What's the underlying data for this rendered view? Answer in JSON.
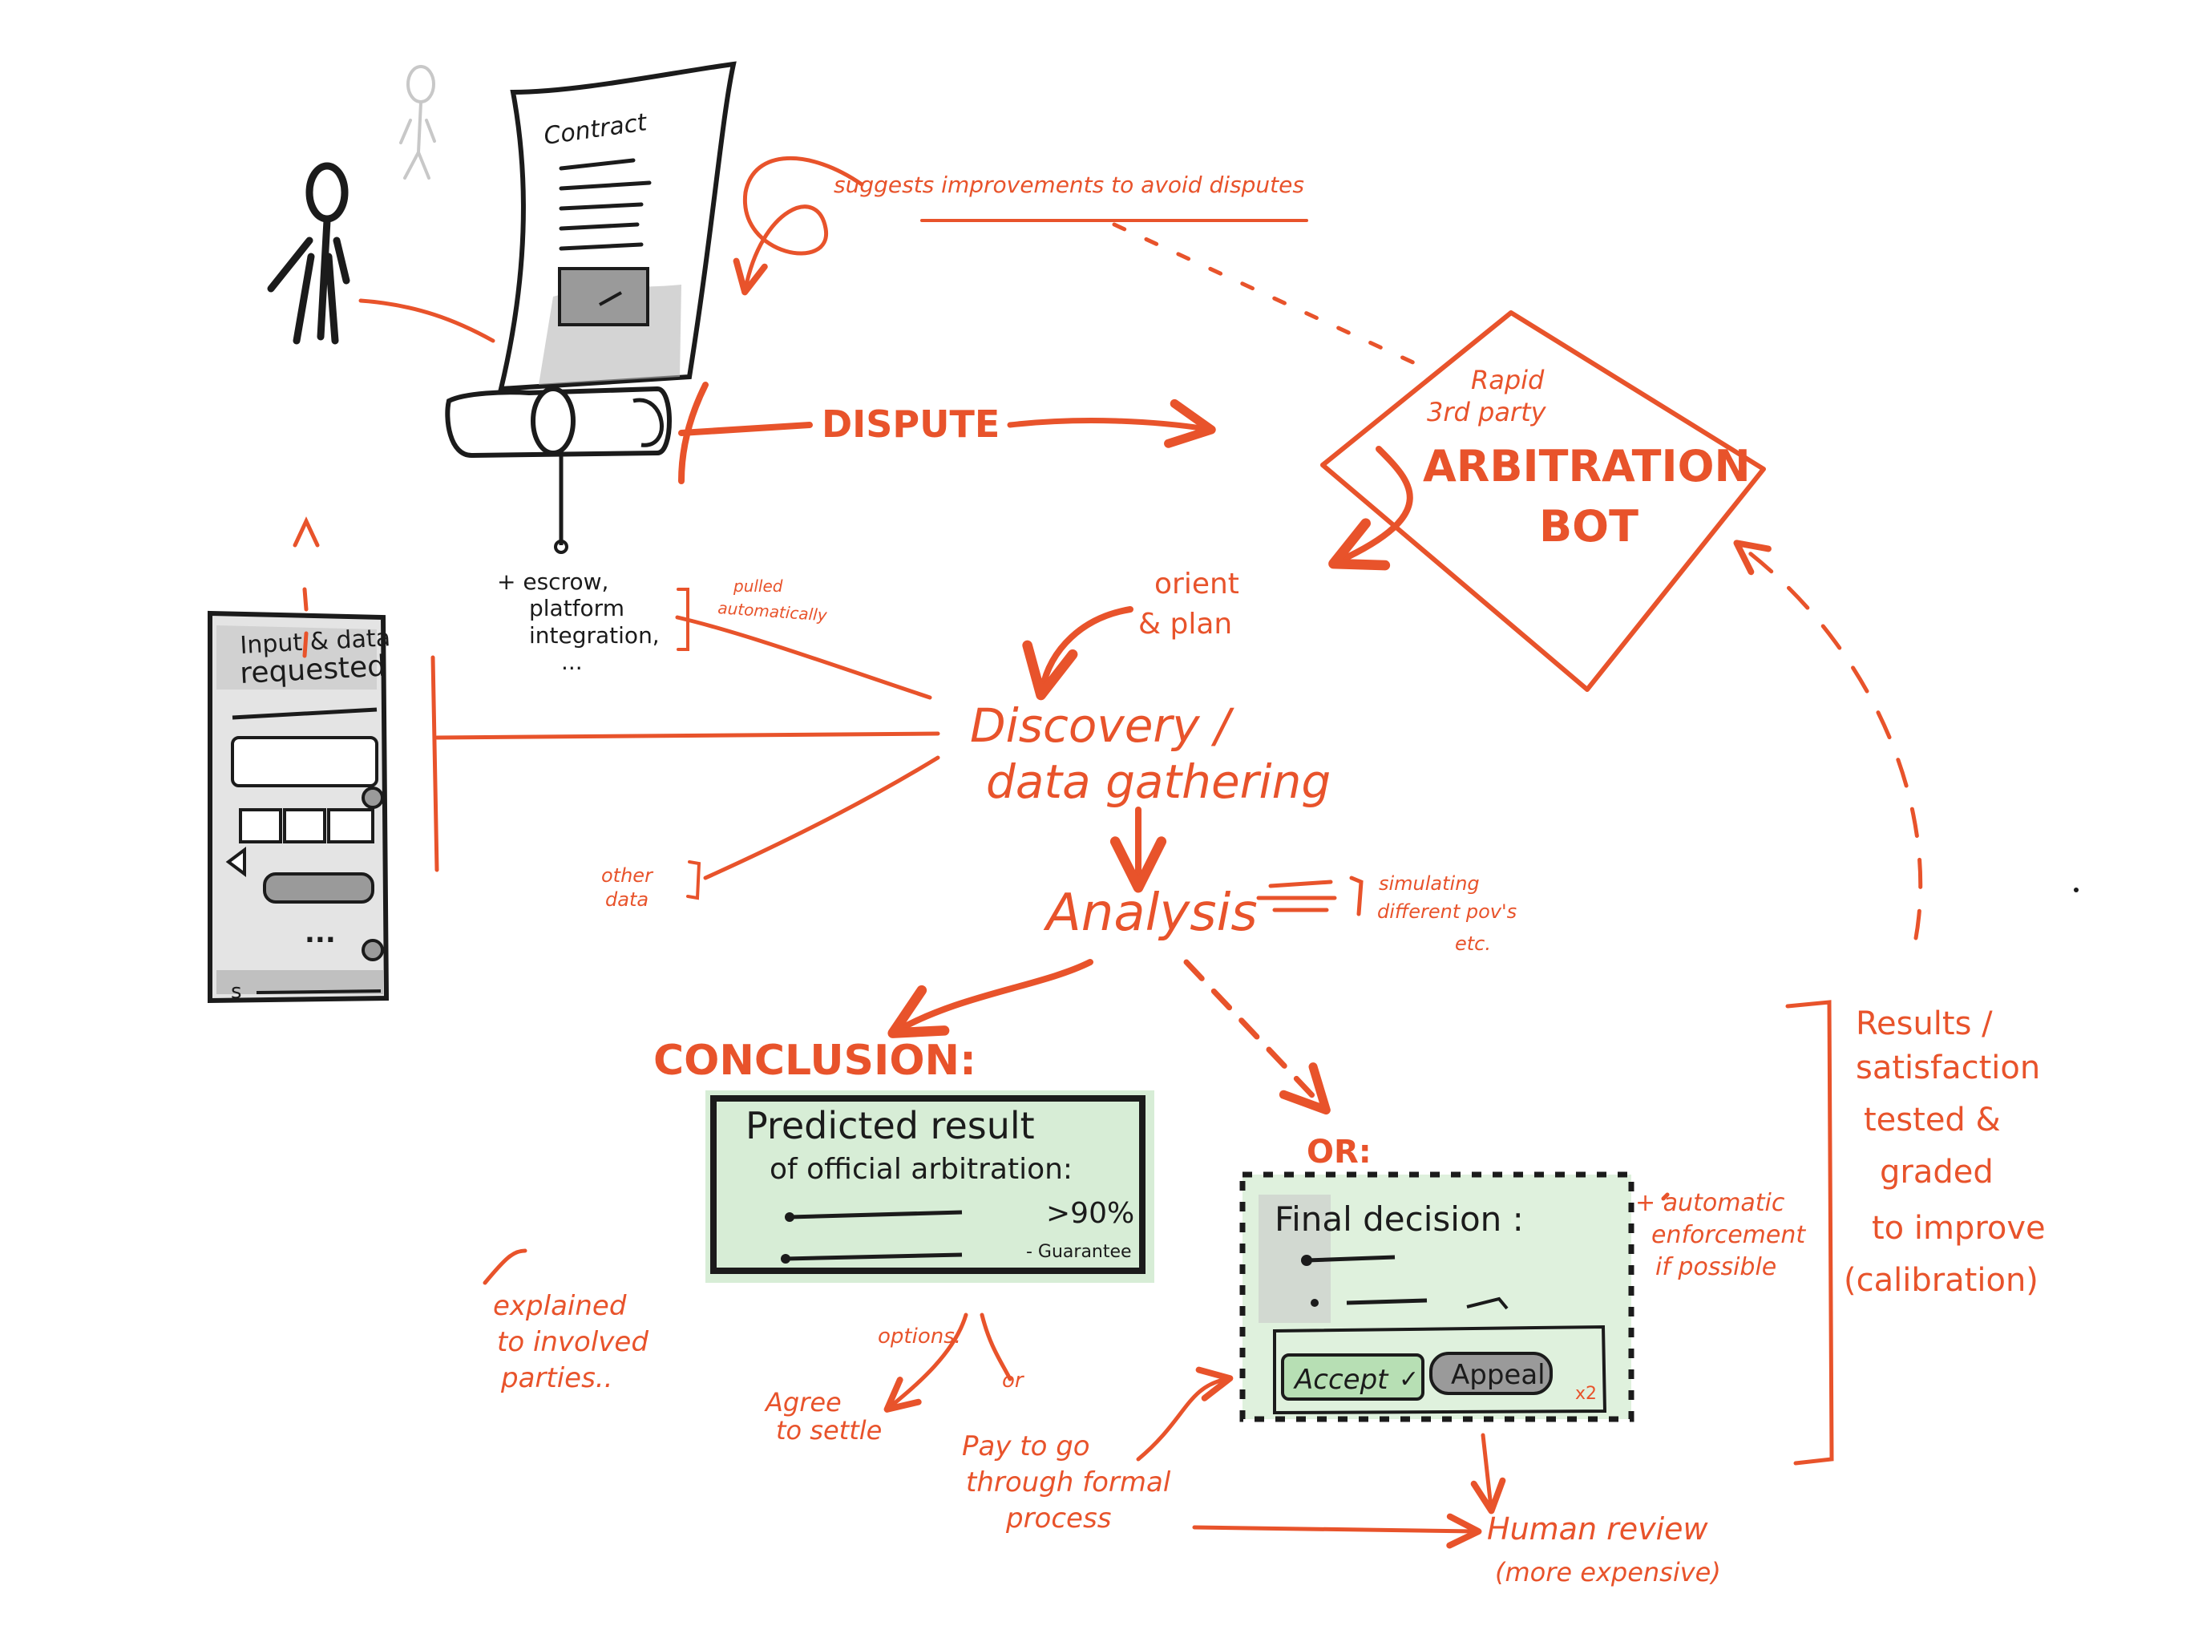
{
  "colors": {
    "accent": "#e8532b",
    "ink": "#1b1b1b",
    "ghost": "#c8c8c8",
    "shade": "#9a9a9a",
    "green": "#b7dfb4"
  },
  "contract": {
    "title": "Contract"
  },
  "extras": {
    "line1": "+ escrow,",
    "line2": "platform",
    "line3": "integration,",
    "line4": "...",
    "pulled": [
      "pulled",
      "automatically"
    ]
  },
  "phone": {
    "title1": "Input & data",
    "title2": "requested",
    "more": "...",
    "bottom": "s"
  },
  "suggests": "suggests improvements to avoid disputes",
  "dispute": "DISPUTE",
  "bot": {
    "line1": "Rapid",
    "line2": "3rd party",
    "line3": "ARBITRATION",
    "line4": "BOT"
  },
  "orient": {
    "line1": "orient",
    "line2": "& plan"
  },
  "discovery": {
    "line1": "Discovery /",
    "line2": "data gathering"
  },
  "other_data": {
    "line1": "other",
    "line2": "data"
  },
  "analysis": "Analysis",
  "simulating": {
    "line1": "simulating",
    "line2": "different pov's",
    "line3": "etc."
  },
  "conclusion": "CONCLUSION:",
  "predicted": {
    "line1": "Predicted result",
    "line2": "of official arbitration:",
    "pct": ">90%",
    "guarantee": "- Guarantee"
  },
  "or_label": "OR:",
  "final": {
    "title": "Final decision :",
    "accept": "Accept",
    "appeal": "Appeal",
    "x2": "x2"
  },
  "auto": {
    "line1": "+ automatic",
    "line2": "enforcement",
    "line3": "if possible"
  },
  "results": {
    "line1": "Results /",
    "line2": "satisfaction",
    "line3": "tested &",
    "line4": "graded",
    "line5": "to improve",
    "line6": "(calibration)"
  },
  "explained": {
    "line1": "explained",
    "line2": "to involved",
    "line3": "parties.."
  },
  "options": {
    "label": "options:",
    "or": "or"
  },
  "agree": {
    "line1": "Agree",
    "line2": "to settle"
  },
  "pay": {
    "line1": "Pay to go",
    "line2": "through formal",
    "line3": "process"
  },
  "human": {
    "line1": "Human review",
    "line2": "(more expensive)"
  }
}
